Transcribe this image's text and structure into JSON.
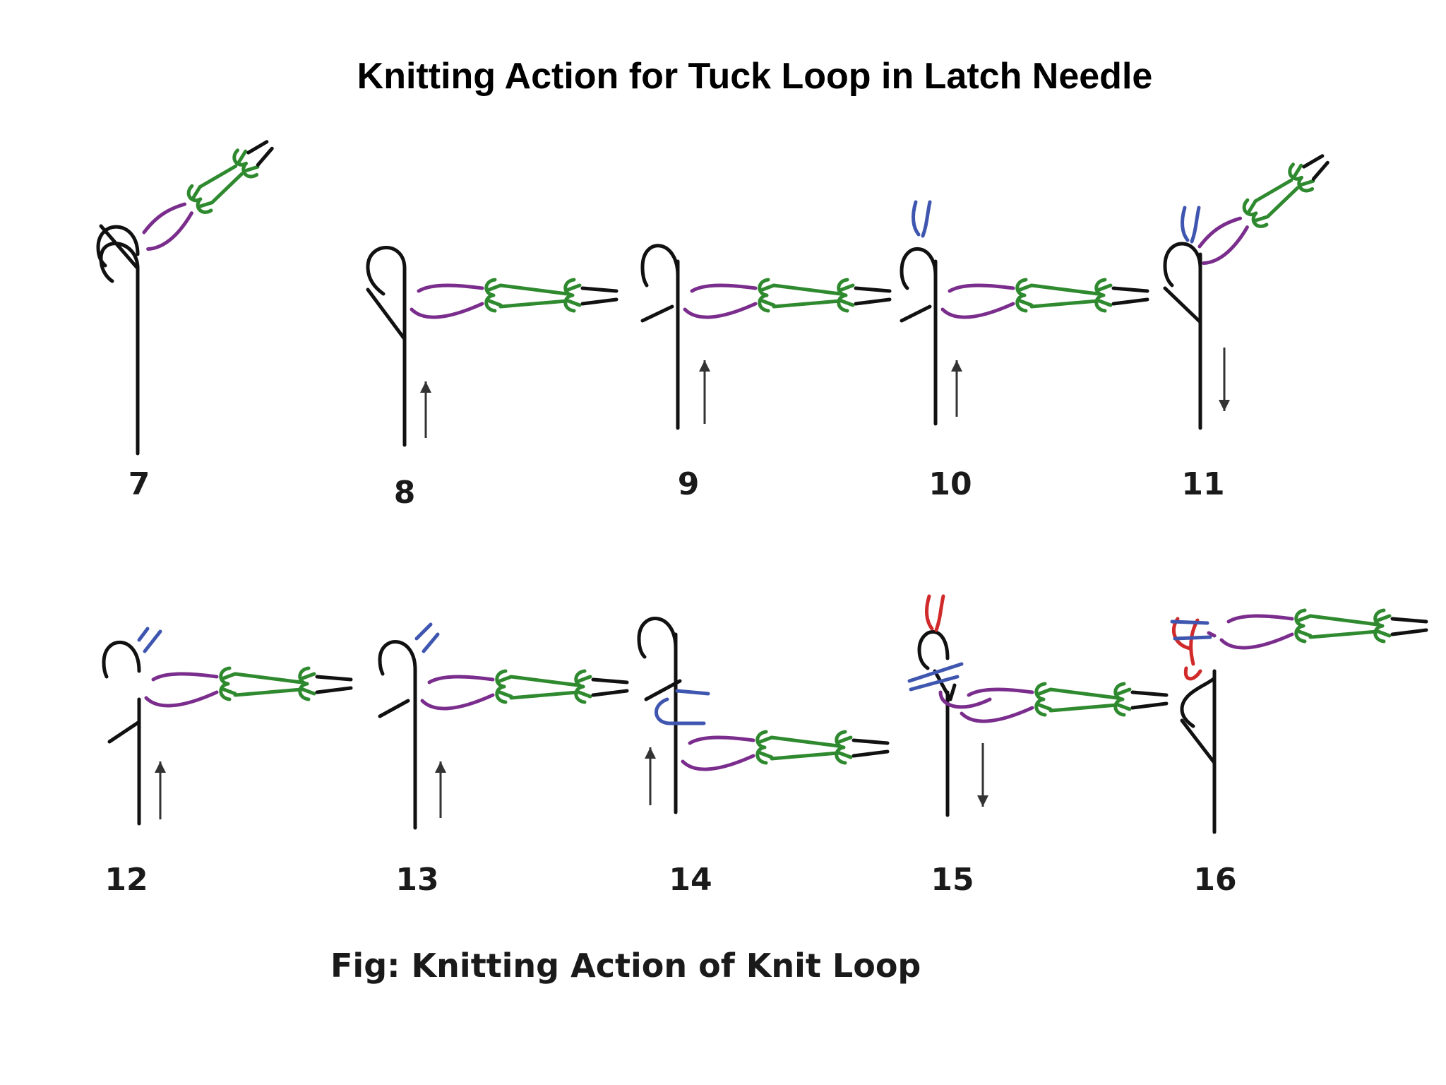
{
  "title": "Knitting Action for Tuck Loop in Latch Needle",
  "caption": "Fig: Knitting Action of Knit Loop",
  "colors": {
    "needle": "#111111",
    "old_loop": "#7a2d8c",
    "fabric": "#2f8a2f",
    "new_loop": "#3f56b0",
    "tuck_loop": "#d12a2a",
    "arrow": "#333333"
  },
  "steps": [
    {
      "number": "7",
      "needle_motion": "none"
    },
    {
      "number": "8",
      "needle_motion": "up"
    },
    {
      "number": "9",
      "needle_motion": "up"
    },
    {
      "number": "10",
      "needle_motion": "up"
    },
    {
      "number": "11",
      "needle_motion": "down"
    },
    {
      "number": "12",
      "needle_motion": "up"
    },
    {
      "number": "13",
      "needle_motion": "up"
    },
    {
      "number": "14",
      "needle_motion": "up"
    },
    {
      "number": "15",
      "needle_motion": "down"
    },
    {
      "number": "16",
      "needle_motion": "none"
    }
  ]
}
